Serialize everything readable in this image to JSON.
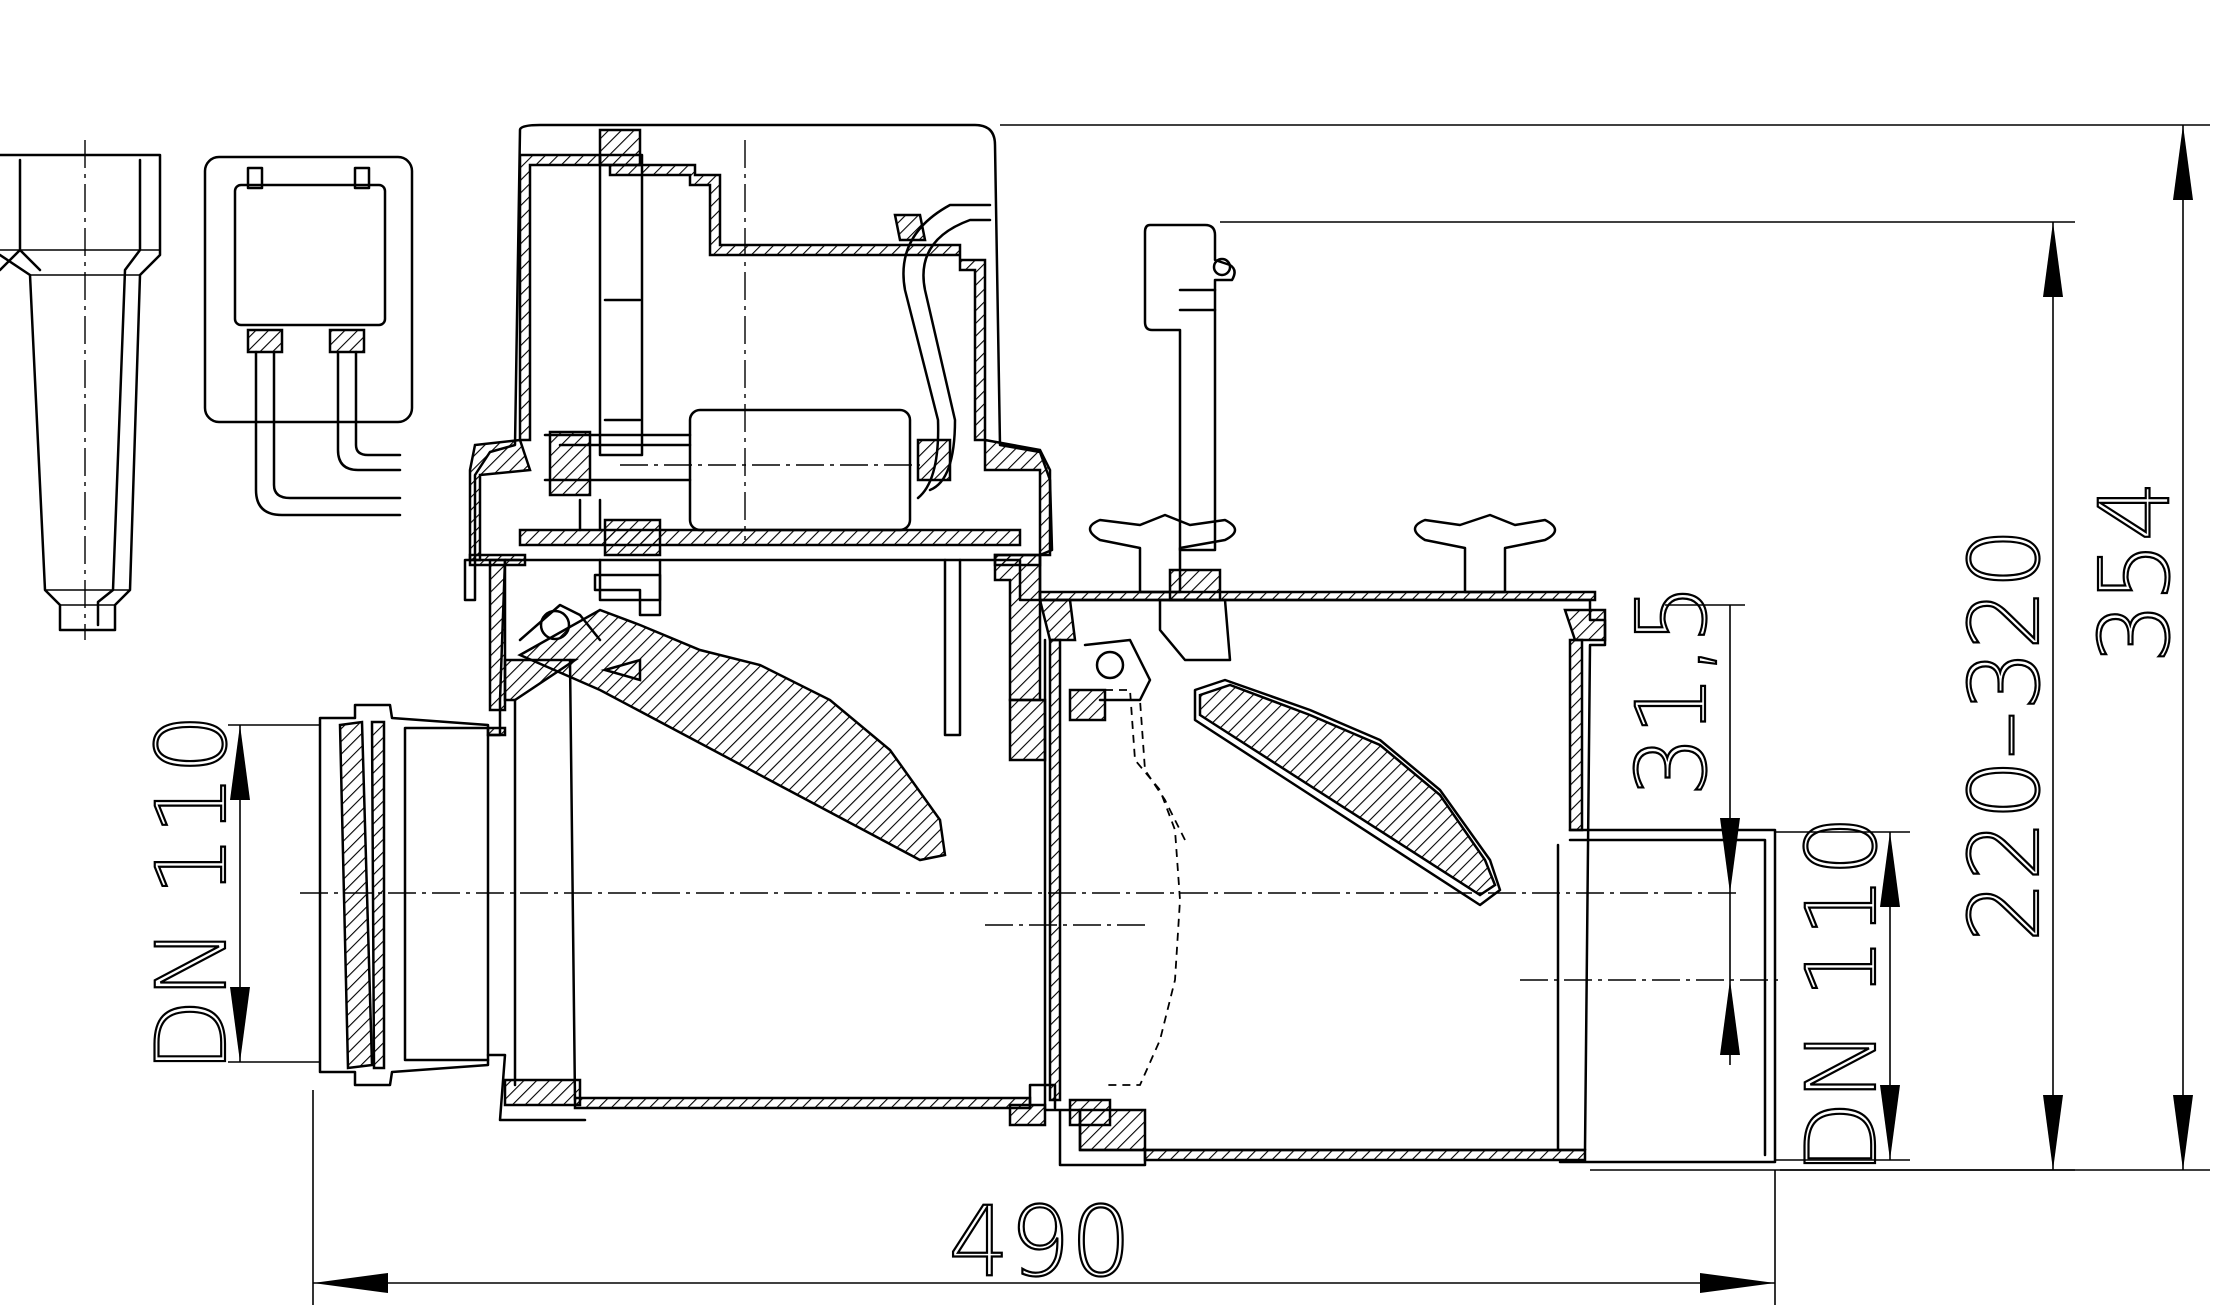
{
  "dimensions": {
    "overall_length": "490",
    "inlet_diameter": "DN 110",
    "outlet_diameter": "DN 110",
    "offset": "31,5",
    "height_range": "220–320",
    "total_height": "354"
  },
  "colors": {
    "line": "#000000",
    "background": "#ffffff"
  }
}
